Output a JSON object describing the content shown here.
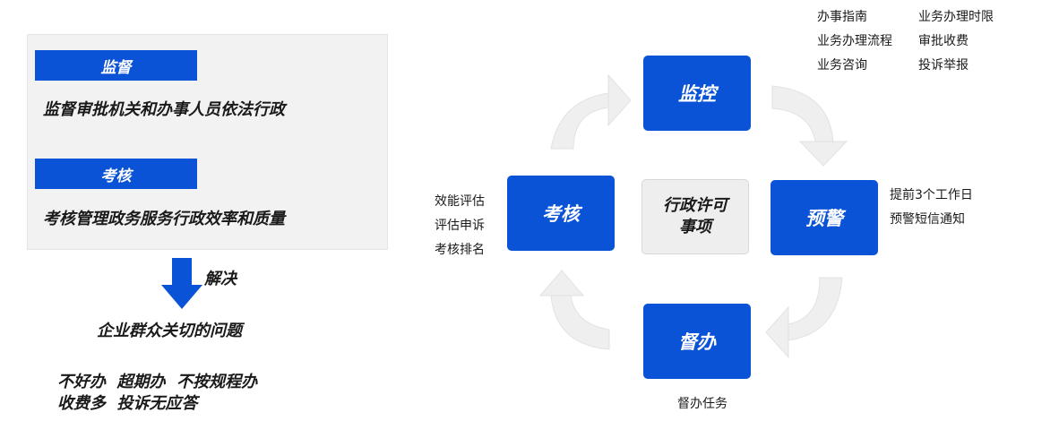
{
  "left_panel": {
    "sections": [
      {
        "tag": "监督",
        "description": "监督审批机关和办事人员依法行政"
      },
      {
        "tag": "考核",
        "description": "考核管理政务服务行政效率和质量"
      }
    ],
    "resolve_label": "解决",
    "concern_title": "企业群众关切的问题",
    "problems": [
      "不好办  超期办  不按规程办",
      "收费多  投诉无应答"
    ]
  },
  "cycle": {
    "center": [
      "行政许可",
      "事项"
    ],
    "nodes": {
      "monitor": "监控",
      "warning": "预警",
      "supervise": "督办",
      "assess": "考核"
    },
    "monitor_items_left": [
      "办事指南",
      "业务办理流程",
      "业务咨询"
    ],
    "monitor_items_right": [
      "业务办理时限",
      "审批收费",
      "投诉举报"
    ],
    "warning_items": [
      "提前3个工作日",
      "预警短信通知"
    ],
    "supervise_items": [
      "督办任务"
    ],
    "assess_items": [
      "效能评估",
      "评估申诉",
      "考核排名"
    ]
  },
  "colors": {
    "accent_blue": "#0a53d6",
    "panel_bg": "#f2f2f2",
    "arrow_gray": "#efefef"
  }
}
